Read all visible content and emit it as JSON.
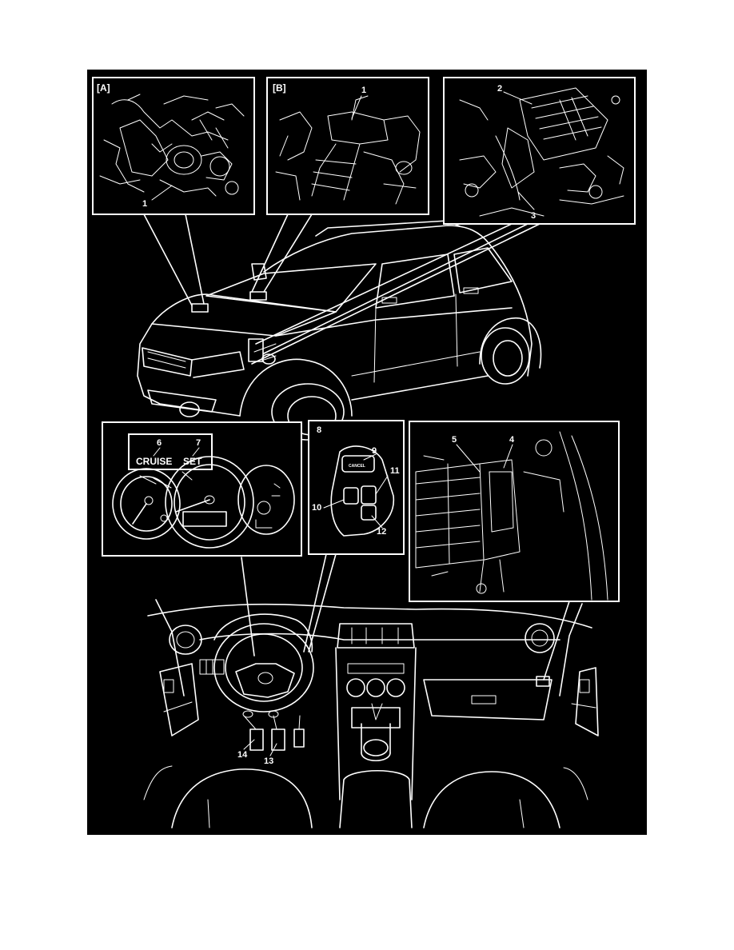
{
  "inset_a": {
    "tag": "[A]",
    "callout": "1"
  },
  "inset_b": {
    "tag": "[B]",
    "callout": "1"
  },
  "inset_c": {
    "callouts": [
      "2",
      "3"
    ]
  },
  "inset_meter": {
    "callouts": [
      "6",
      "7"
    ],
    "indicators": [
      "CRUISE",
      "SET"
    ]
  },
  "inset_switch": {
    "callouts": [
      "8",
      "9",
      "10",
      "11",
      "12"
    ],
    "cancel_text": "CANCEL"
  },
  "inset_relay": {
    "callouts": [
      "4",
      "5"
    ]
  },
  "pedal_callouts": [
    "14",
    "13"
  ]
}
